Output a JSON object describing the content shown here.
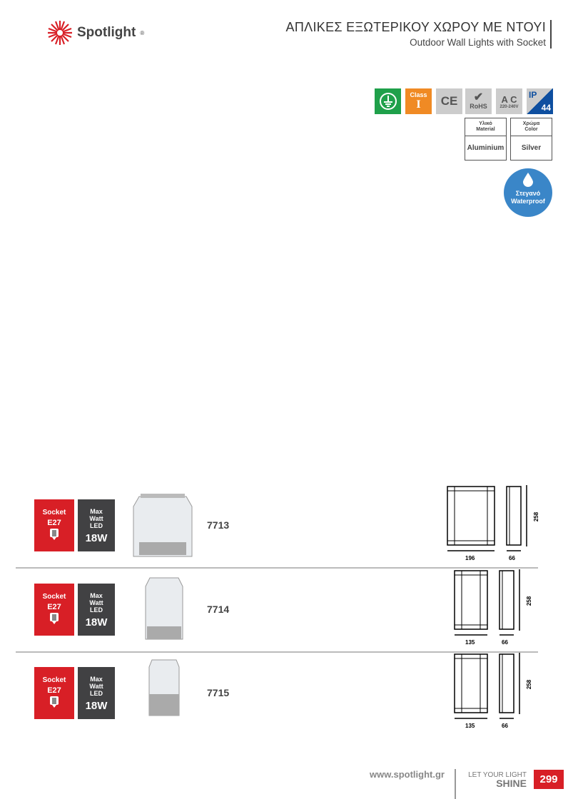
{
  "header": {
    "brand": "Spotlight",
    "title": "ΑΠΛΙΚΕΣ ΕΞΩΤΕΡΙΚΟΥ ΧΩΡΟΥ ΜΕ ΝΤΟΥΙ",
    "subtitle": "Outdoor Wall Lights with Socket"
  },
  "certs": {
    "class_label": "Class",
    "class_value": "I",
    "ce": "CE",
    "rohs": "RoHS",
    "ac": "A C",
    "ac_range": "220-240V",
    "ip": "IP",
    "ip_value": "44"
  },
  "material": {
    "material_header_gr": "Υλικό",
    "material_header_en": "Material",
    "material_value": "Aluminium",
    "color_header_gr": "Χρώμα",
    "color_header_en": "Color",
    "color_value": "Silver"
  },
  "waterproof": {
    "gr": "Στεγανό",
    "en": "Waterproof"
  },
  "products": [
    {
      "socket_label": "Socket",
      "socket": "E27",
      "max_label_1": "Max",
      "max_label_2": "Watt",
      "max_label_3": "LED",
      "watt": "18W",
      "code": "7713",
      "width": "196",
      "depth": "66",
      "height": "258"
    },
    {
      "socket_label": "Socket",
      "socket": "E27",
      "max_label_1": "Max",
      "max_label_2": "Watt",
      "max_label_3": "LED",
      "watt": "18W",
      "code": "7714",
      "width": "135",
      "depth": "66",
      "height": "258"
    },
    {
      "socket_label": "Socket",
      "socket": "E27",
      "max_label_1": "Max",
      "max_label_2": "Watt",
      "max_label_3": "LED",
      "watt": "18W",
      "code": "7715",
      "width": "135",
      "depth": "66",
      "height": "258"
    }
  ],
  "footer": {
    "website": "www.spotlight.gr",
    "slogan_1": "LET YOUR LIGHT",
    "slogan_2": "SHINE",
    "page": "299"
  },
  "colors": {
    "red": "#d81f26",
    "dark": "#414143",
    "green": "#1fa04a",
    "orange": "#f08a24",
    "blue": "#3a86c8"
  }
}
